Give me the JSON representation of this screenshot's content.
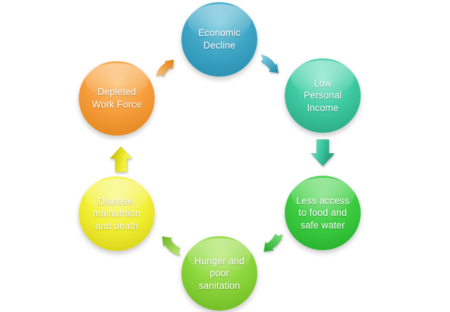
{
  "diagram": {
    "type": "cycle",
    "background": "#ffffff",
    "text_color": "#ffffff",
    "nodes": [
      {
        "id": "economic-decline",
        "label": "Economic\nDecline",
        "color": "#3fa6c6"
      },
      {
        "id": "low-personal-income",
        "label": "Low\nPersonal\nIncome",
        "color": "#3fcba3"
      },
      {
        "id": "less-access-food-water",
        "label": "Less access\nto food and\nsafe water",
        "color": "#3ccd41"
      },
      {
        "id": "hunger-poor-sanitation",
        "label": "Hunger and\npoor\nsanitation",
        "color": "#8cd73d"
      },
      {
        "id": "disease-malnutrition-death",
        "label": "Disease,\nmalnutrtion\nand death",
        "color": "#f3f135"
      },
      {
        "id": "depleted-work-force",
        "label": "Depleted\nWork Force",
        "color": "#f79f3d"
      }
    ],
    "arrows": [
      {
        "from": "economic-decline",
        "to": "low-personal-income",
        "shape": "bent",
        "direction": "down-right",
        "color": "#3fa6c6"
      },
      {
        "from": "low-personal-income",
        "to": "less-access-food-water",
        "shape": "straight",
        "direction": "down",
        "color": "#3fcba3"
      },
      {
        "from": "less-access-food-water",
        "to": "hunger-poor-sanitation",
        "shape": "bent",
        "direction": "down-left",
        "color": "#3ccd41"
      },
      {
        "from": "hunger-poor-sanitation",
        "to": "disease-malnutrition-death",
        "shape": "bent",
        "direction": "up-left",
        "color": "#8cd73d"
      },
      {
        "from": "disease-malnutrition-death",
        "to": "depleted-work-force",
        "shape": "straight",
        "direction": "up",
        "color": "#f3f135"
      },
      {
        "from": "depleted-work-force",
        "to": "economic-decline",
        "shape": "bent",
        "direction": "up-right",
        "color": "#f79f3d"
      }
    ]
  }
}
